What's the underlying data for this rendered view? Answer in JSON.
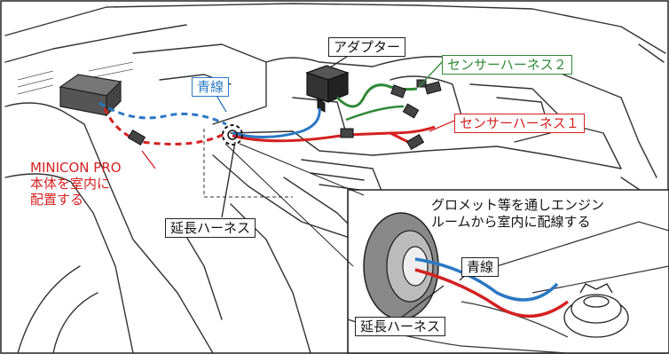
{
  "labels": {
    "adapter": "アダプター",
    "sensor_harness_2": "センサーハーネス２",
    "sensor_harness_1": "センサーハーネス１",
    "blue_wire": "青線",
    "extension_harness": "延長ハーネス",
    "minicon_line1": "MINICON PRO",
    "minicon_line2": "本体を室内に",
    "minicon_line3": "配置する",
    "inset_line1": "グロメット等を通しエンジン",
    "inset_line2": "ルームから室内に配線する",
    "inset_blue_wire": "青線",
    "inset_extension_harness": "延長ハーネス"
  },
  "colors": {
    "blue_wire": "#2a78c4",
    "red_wire": "#d42121",
    "green_wire": "#2f8a36",
    "line_art": "#222222"
  }
}
